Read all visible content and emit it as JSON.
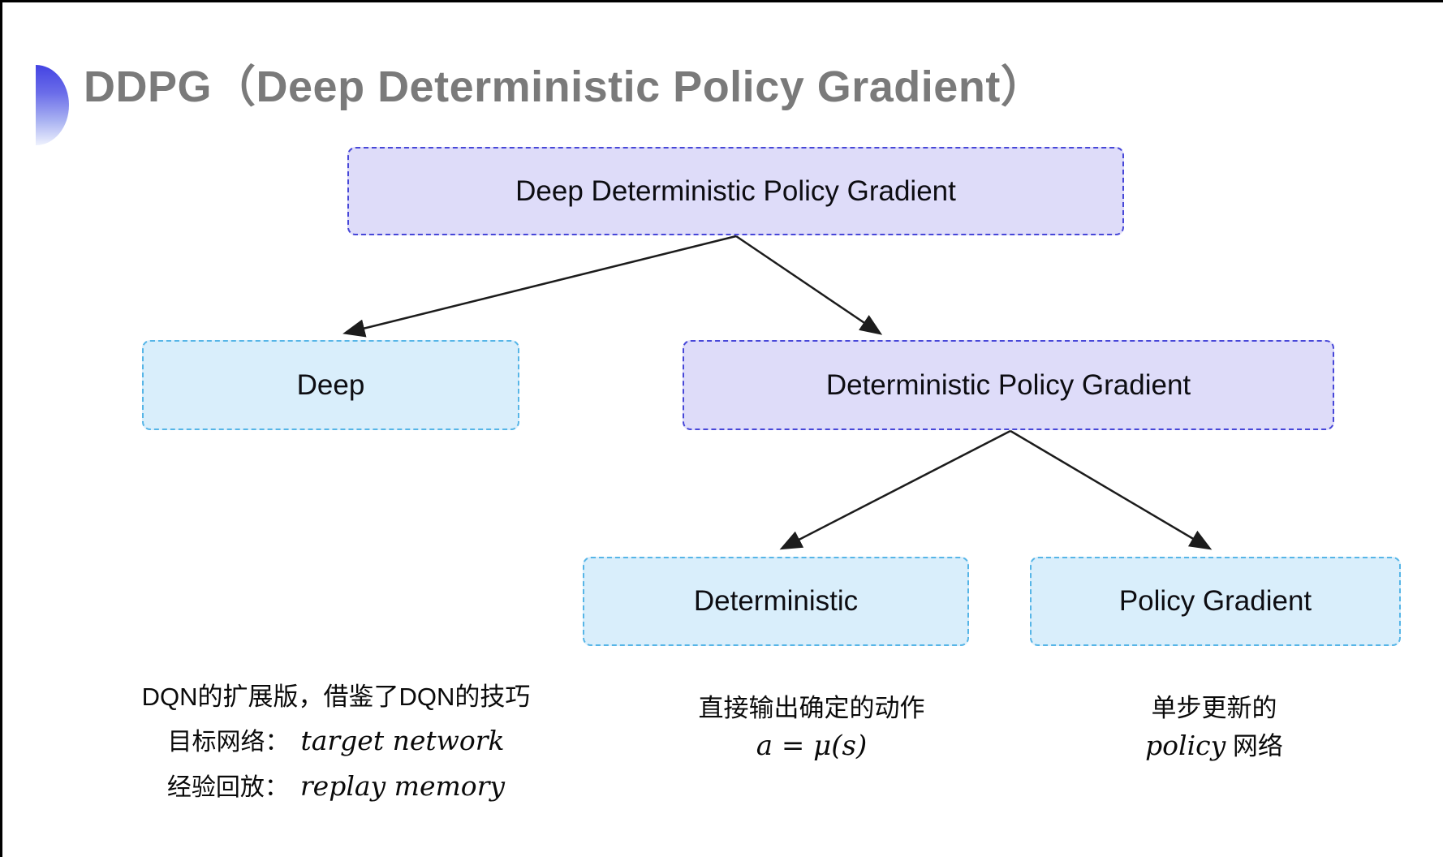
{
  "page": {
    "title": "DDPG（Deep Deterministic Policy Gradient）"
  },
  "tree": {
    "root": {
      "label": "Deep Deterministic Policy Gradient"
    },
    "deep": {
      "label": "Deep"
    },
    "dpg": {
      "label": "Deterministic Policy Gradient"
    },
    "deterministic": {
      "label": "Deterministic"
    },
    "policy_gradient": {
      "label": "Policy Gradient"
    }
  },
  "notes": {
    "deep": {
      "line1": "DQN的扩展版，借鉴了DQN的技巧",
      "line2_label": "目标网络：",
      "line2_value": "target network",
      "line3_label": "经验回放：",
      "line3_value": "replay memory"
    },
    "deterministic": {
      "line1": "直接输出确定的动作",
      "formula": "a = μ(s)"
    },
    "policy_gradient": {
      "line1": "单步更新的",
      "line2_italic": "policy",
      "line2_rest": " 网络"
    }
  },
  "colors": {
    "purple_fill": "#dedcf9",
    "purple_border": "#4747d8",
    "blue_fill": "#d9eefb",
    "blue_border": "#56b5e7",
    "title_gray": "#7a7a7a",
    "arrow": "#1c1c1c",
    "bullet_top": "#4343e3",
    "bullet_bottom": "#eef1fd",
    "frame": "#000000"
  }
}
